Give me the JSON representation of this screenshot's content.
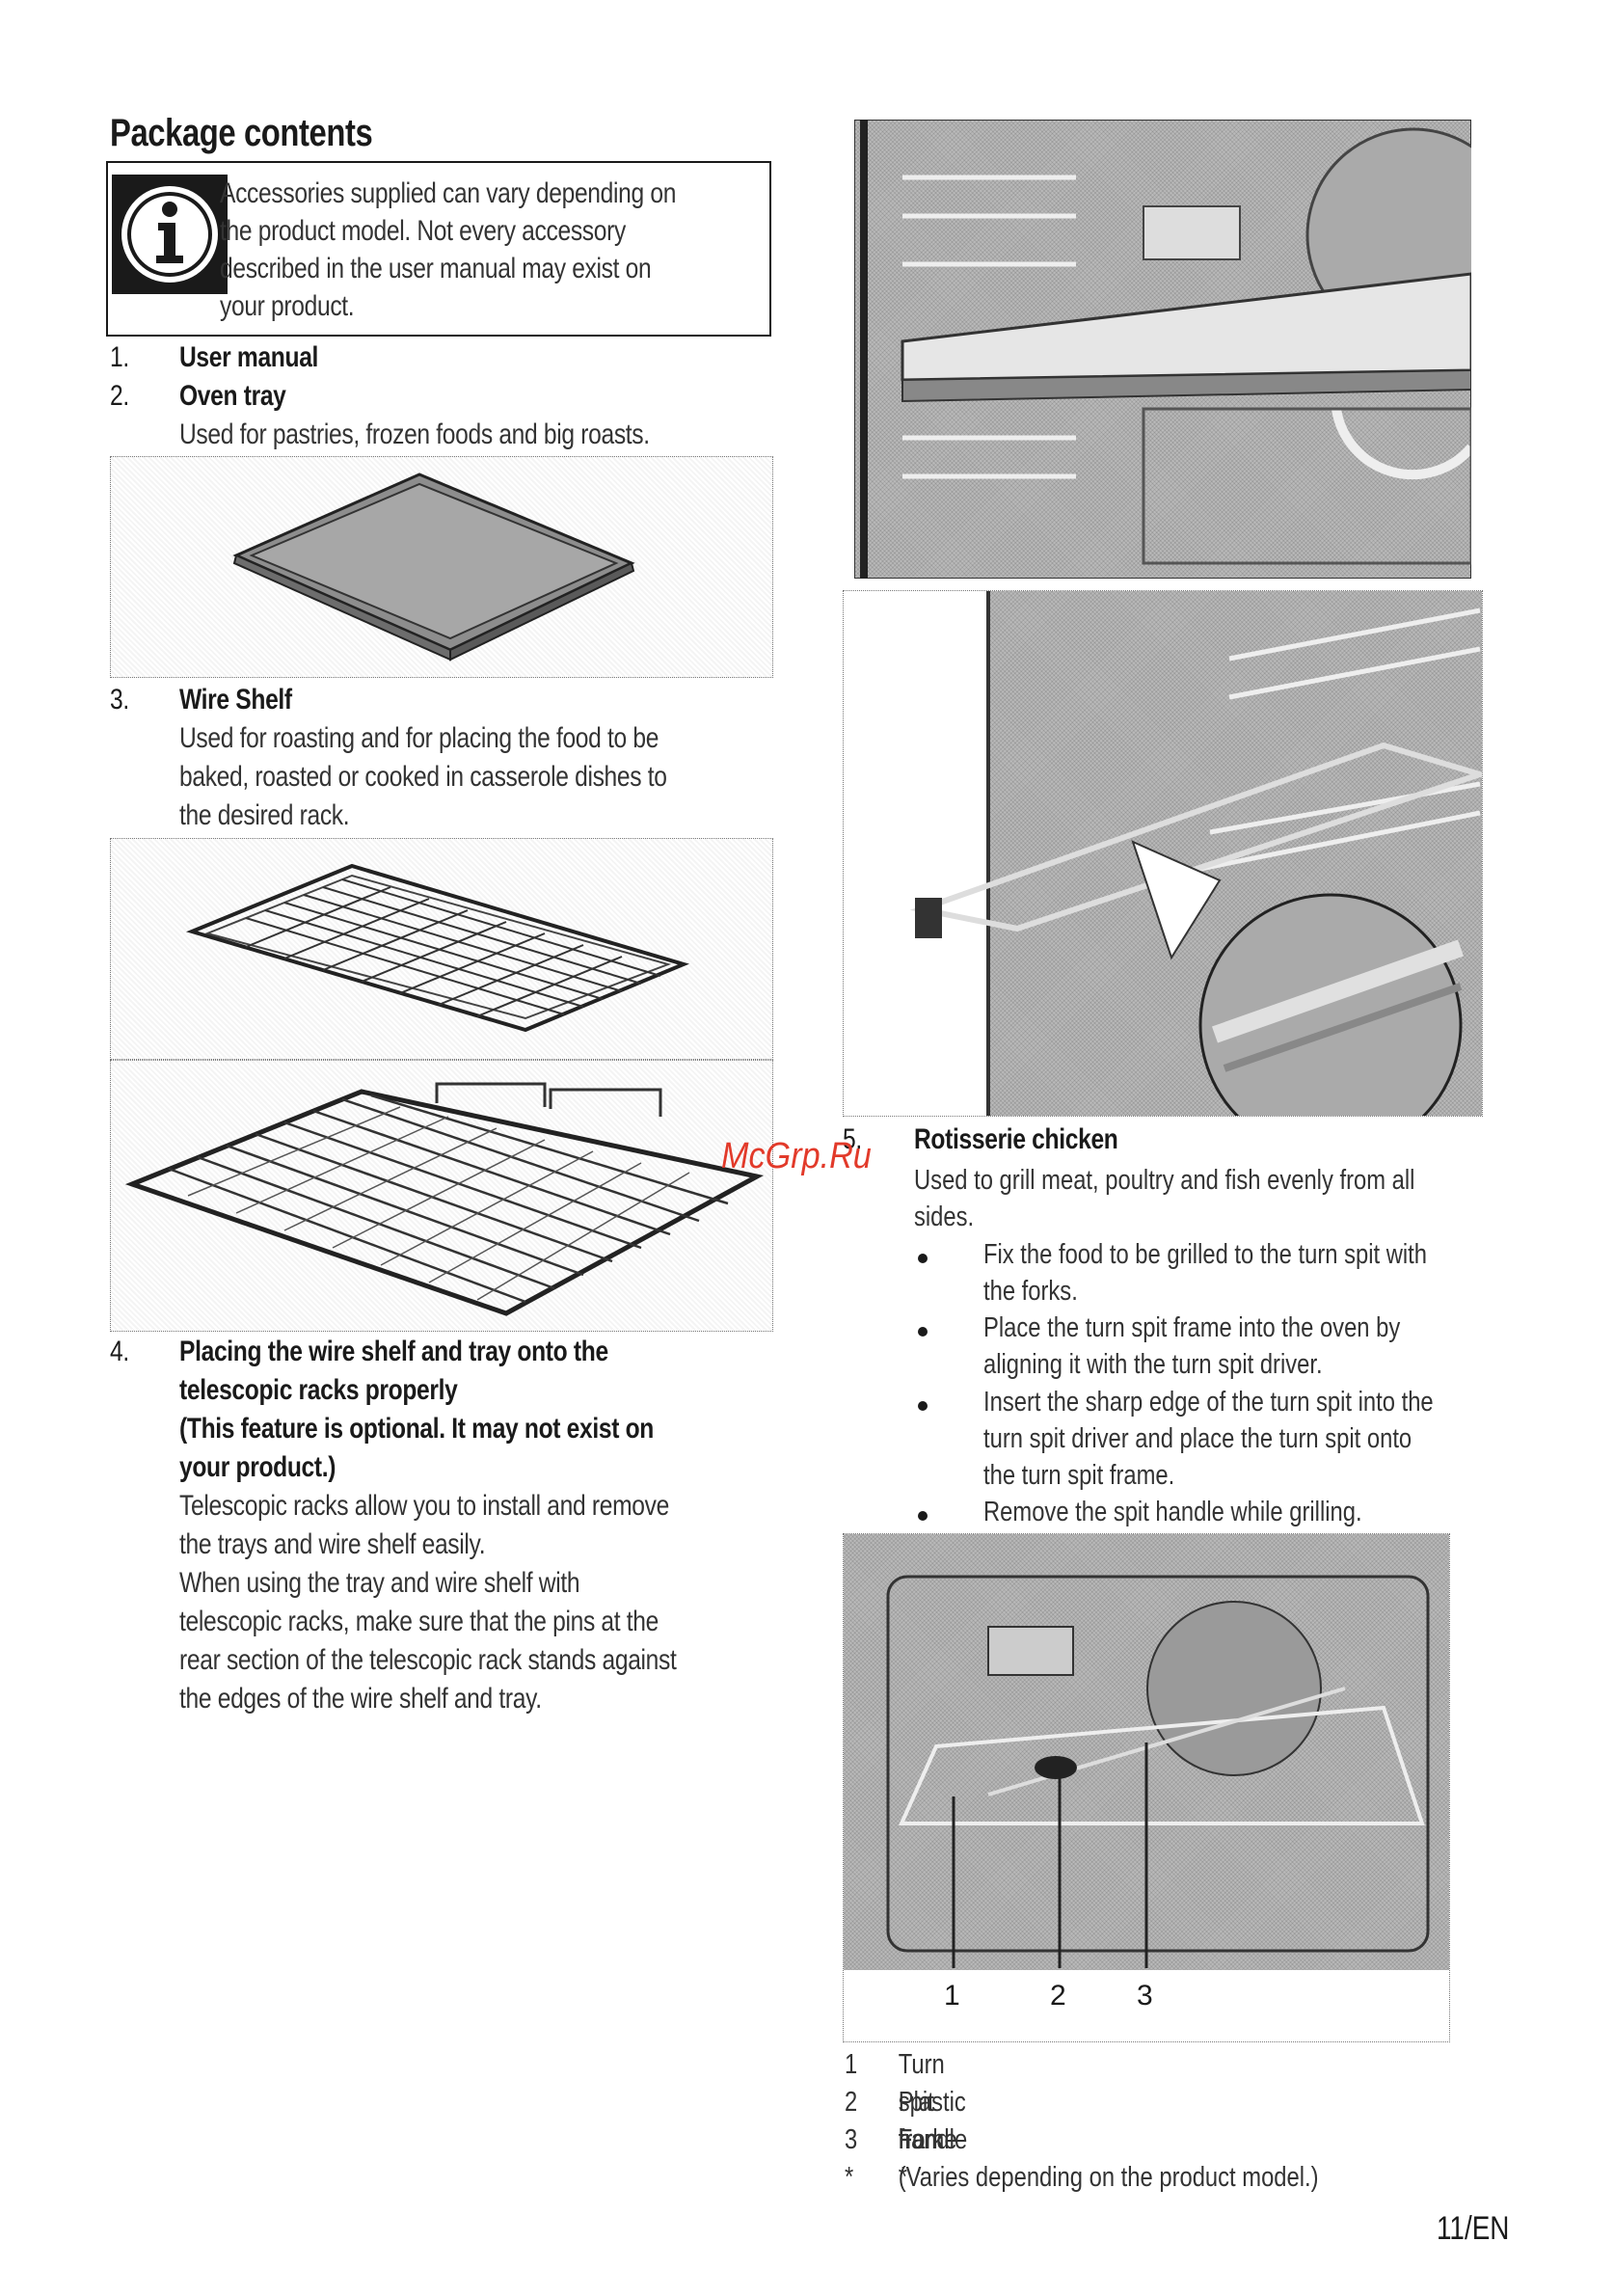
{
  "header": {
    "title": "Package contents"
  },
  "info_box": {
    "lines": [
      "Accessories supplied can vary depending on",
      "the product model. Not every accessory",
      "described in the user manual may exist on",
      "your product."
    ]
  },
  "items": [
    {
      "num": "1.",
      "title": "User manual"
    },
    {
      "num": "2.",
      "title": "Oven tray",
      "desc": [
        "Used for pastries, frozen foods and big roasts."
      ]
    },
    {
      "num": "3.",
      "title": "Wire Shelf",
      "desc": [
        "Used for roasting and for placing the food to be",
        "baked, roasted or cooked in casserole dishes to",
        "the desired rack."
      ]
    },
    {
      "num": "4.",
      "title_lines": [
        "Placing the wire shelf and tray onto the",
        "telescopic racks properly",
        "(This feature is optional. It may not exist on",
        "your product.)"
      ],
      "desc": [
        "Telescopic racks allow you to install and remove",
        "the trays and wire shelf easily.",
        "When using the tray and wire shelf with",
        "telescopic racks, make sure that the pins at the",
        "rear section of the telescopic rack stands against",
        "the edges of the wire shelf and tray."
      ]
    },
    {
      "num": "5.",
      "title": "Rotisserie chicken",
      "desc": [
        "Used to grill meat, poultry and fish evenly from all",
        "sides."
      ]
    }
  ],
  "rotisserie_bullets": [
    [
      "Fix the food to be grilled to the turn spit with",
      "the forks."
    ],
    [
      "Place the turn spit frame into the oven by",
      "aligning it with the turn spit driver."
    ],
    [
      "Insert the sharp edge of the turn spit into the",
      "turn spit driver and place the turn spit onto",
      "the turn spit frame."
    ],
    [
      "Remove the spit handle while grilling."
    ]
  ],
  "callout_numbers": [
    "1",
    "2",
    "3"
  ],
  "legend": [
    {
      "key": "1",
      "text": "Turn spit frame"
    },
    {
      "key": "2",
      "text": "Plastic handle *"
    },
    {
      "key": "3",
      "text": "Fork"
    },
    {
      "key": "*",
      "text": "(Varies depending on the product model.)"
    }
  ],
  "watermark": "McGrp.Ru",
  "page_number": "11/EN",
  "colors": {
    "watermark": "#e23a2a",
    "text": "#1a1a1a"
  }
}
